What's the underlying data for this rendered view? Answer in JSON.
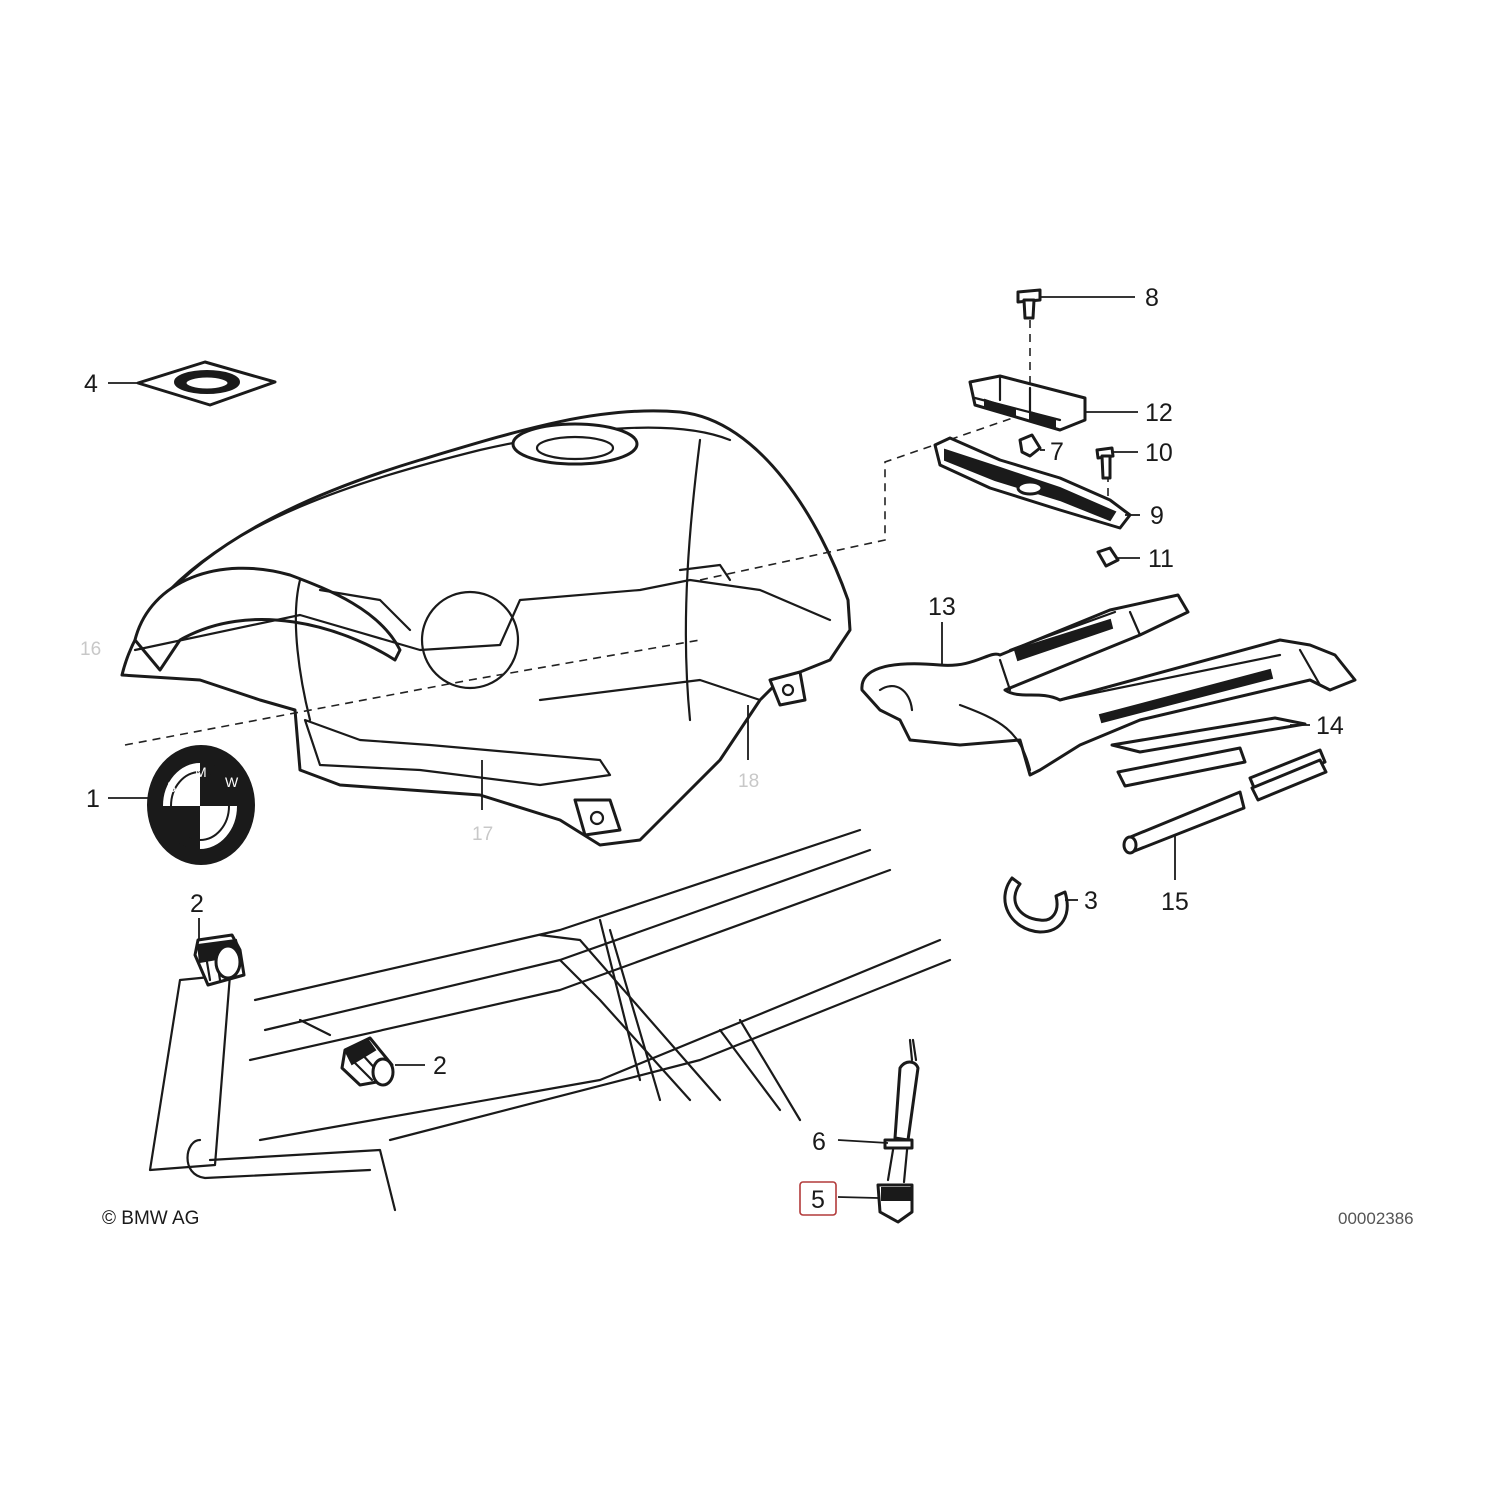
{
  "callouts": [
    {
      "id": "1",
      "text": "1"
    },
    {
      "id": "2a",
      "text": "2"
    },
    {
      "id": "2b",
      "text": "2"
    },
    {
      "id": "3",
      "text": "3"
    },
    {
      "id": "4",
      "text": "4"
    },
    {
      "id": "5",
      "text": "5",
      "highlighted": true
    },
    {
      "id": "6",
      "text": "6"
    },
    {
      "id": "7",
      "text": "7"
    },
    {
      "id": "8",
      "text": "8"
    },
    {
      "id": "9",
      "text": "9"
    },
    {
      "id": "10",
      "text": "10"
    },
    {
      "id": "11",
      "text": "11"
    },
    {
      "id": "12",
      "text": "12"
    },
    {
      "id": "13",
      "text": "13"
    },
    {
      "id": "14",
      "text": "14"
    },
    {
      "id": "15",
      "text": "15"
    }
  ],
  "faded_labels": {
    "l16": "16",
    "l17": "17",
    "l18": "18"
  },
  "badge_letters": [
    "B",
    "M",
    "W"
  ],
  "copyright": "© BMW AG",
  "drawing_number": "00002386",
  "colors": {
    "line": "#1a1a1a",
    "highlight_box": "#b23a3a",
    "faded_text": "#c8c8c8"
  }
}
